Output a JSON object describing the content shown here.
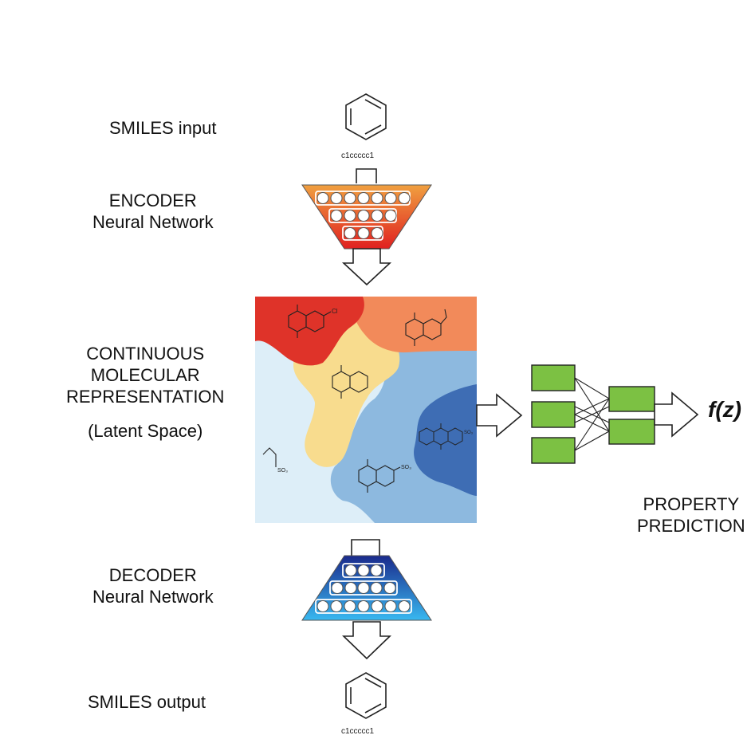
{
  "labels": {
    "smiles_input": "SMILES input",
    "encoder": [
      "ENCODER",
      "Neural Network"
    ],
    "latent": [
      "CONTINUOUS",
      "MOLECULAR",
      "REPRESENTATION"
    ],
    "latent_sub": "(Latent Space)",
    "decoder": [
      "DECODER",
      "Neural Network"
    ],
    "smiles_output": "SMILES output",
    "property": [
      "PROPERTY",
      "PREDICTION"
    ],
    "fz": "f(z)"
  },
  "molecules": {
    "input_smiles": "c1ccccc1",
    "output_smiles": "c1ccccc1",
    "latent_substituents": [
      "Cl",
      "SO₃",
      "SO₃",
      "SO₃"
    ]
  },
  "colors": {
    "encoder_top": "#f0a040",
    "encoder_bottom": "#e02020",
    "decoder_top": "#1a2a8c",
    "decoder_bottom": "#38b8f0",
    "latent_red": "#df3329",
    "latent_orange": "#f28a5a",
    "latent_yellow": "#f8dc8e",
    "latent_light_blue": "#ddeef8",
    "latent_mid_blue": "#8db9df",
    "latent_dark_blue": "#3e6db4",
    "predictor_box": "#7cc143"
  }
}
